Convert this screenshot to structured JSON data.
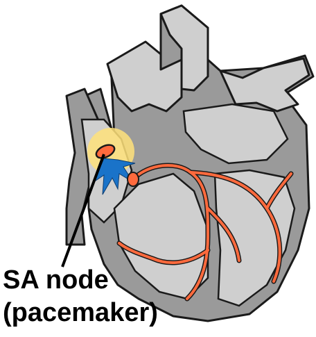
{
  "annotation": {
    "line1": "SA node",
    "line2": "(pacemaker)"
  },
  "colors": {
    "outline": "#1a1a1a",
    "wall": "#9a9a9a",
    "chamber": "#cfcfcf",
    "vessel": "#ff6a3d",
    "node": "#ff6a3d",
    "glow": "#ffe27a",
    "impulse": "#1a73c9"
  },
  "icons": [
    "heart-diagram",
    "sa-node-icon",
    "electrical-impulse-icon"
  ]
}
